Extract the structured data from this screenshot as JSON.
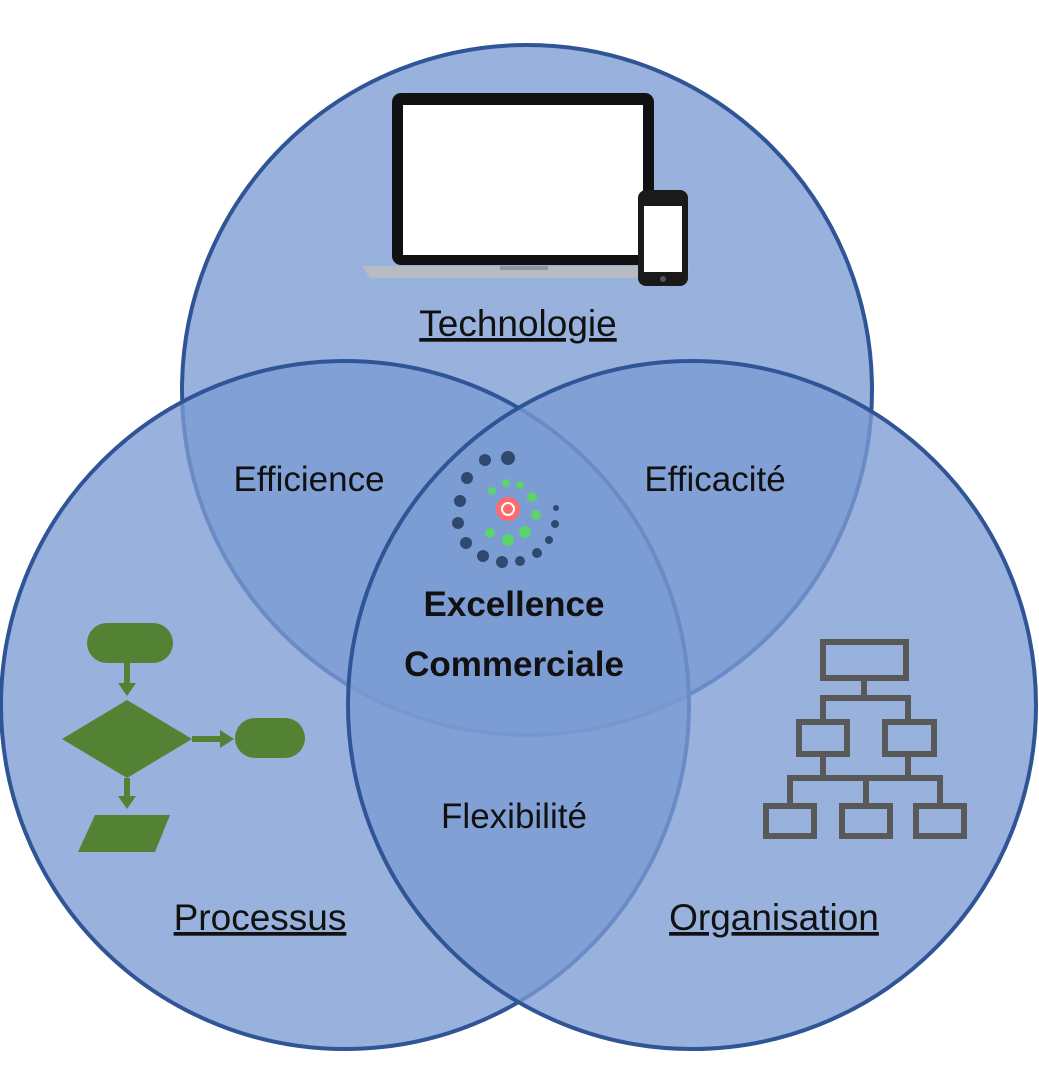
{
  "diagram": {
    "type": "venn",
    "colors": {
      "circle_fill": "#7b9bd4",
      "circle_stroke": "#2f5597",
      "flowchart_green": "#548235",
      "org_chart_gray": "#595959",
      "logo_red": "#ff6b6b",
      "logo_green": "#5dd36b",
      "logo_navy": "#2f4a6e"
    },
    "circles": [
      {
        "id": "top",
        "label": "Technologie",
        "icon": "laptop-phone-icon"
      },
      {
        "id": "left",
        "label": "Processus",
        "icon": "flowchart-icon"
      },
      {
        "id": "right",
        "label": "Organisation",
        "icon": "org-chart-icon"
      }
    ],
    "overlaps": {
      "top_left": "Efficience",
      "top_right": "Efficacité",
      "left_right": "Flexibilité"
    },
    "center": {
      "line1": "Excellence",
      "line2": "Commerciale",
      "icon": "spiral-dots-logo-icon"
    }
  }
}
